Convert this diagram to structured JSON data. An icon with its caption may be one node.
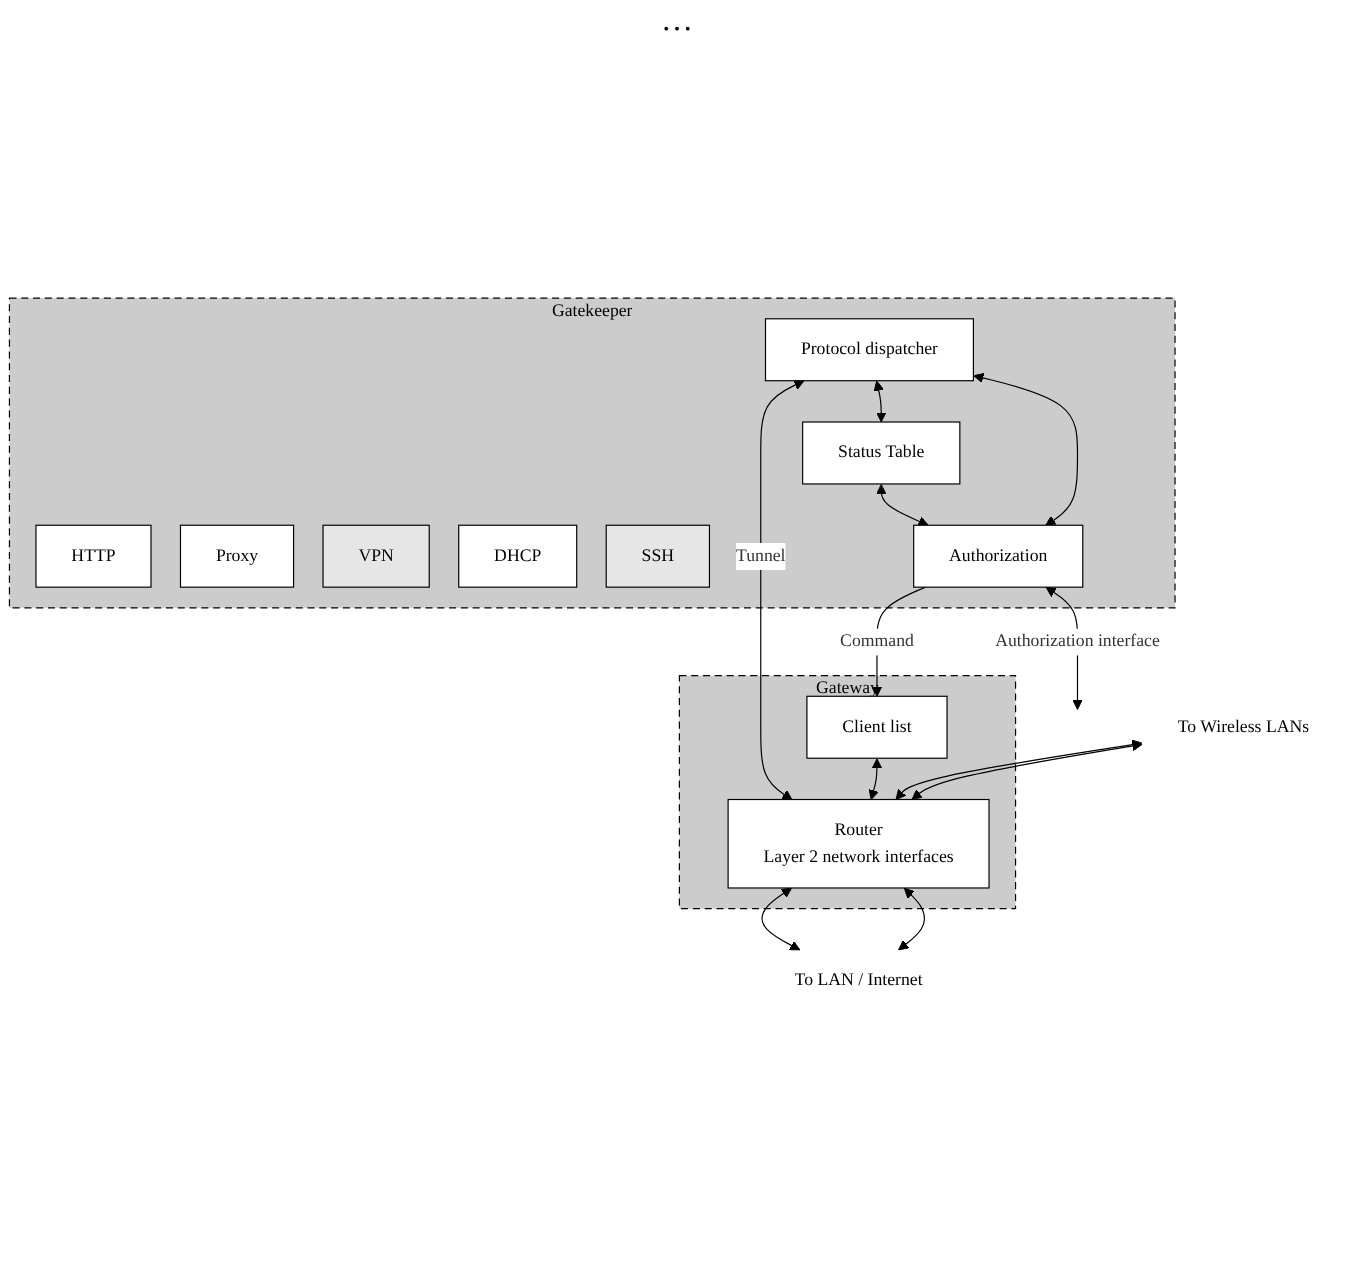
{
  "diagram": {
    "nodes": [
      {
        "text": [
          "Gatekeeper"
        ]
      },
      {
        "text": [
          "HTTP"
        ],
        "in": 0
      },
      {
        "text": [
          "Proxy"
        ],
        "in": 0
      },
      {
        "text": [
          "VPN"
        ],
        "in": 0
      },
      {
        "text": [
          "DHCP"
        ],
        "in": 0
      },
      {
        "text": [
          "SSH"
        ],
        "in": 0
      },
      {
        "text": [
          "Status Table"
        ],
        "in": 0
      },
      {
        "text": [
          "Protocol dispatcher"
        ],
        "in": 0
      },
      {
        "text": [
          "Authorization"
        ],
        "in": 0
      },
      {
        "text": [
          "Gateway"
        ]
      },
      {
        "text": [
          "Client list"
        ],
        "in": 9
      },
      {
        "text": [
          "Router",
          "Layer 2 network interfaces"
        ],
        "in": 9
      },
      {
        "text": [
          "To Wireless LANs"
        ]
      },
      {
        "text": [
          "To LAN / Internet"
        ]
      }
    ],
    "edges": [
      {
        "from": 7,
        "to": 6,
        "arrow": "both"
      },
      {
        "from": 6,
        "to": 8,
        "arrow": "both"
      },
      {
        "from": 7,
        "to": 8,
        "arrow": "both"
      },
      {
        "from": 7,
        "to": 11,
        "arrow": "both",
        "label": "Tunnel"
      },
      {
        "from": 8,
        "to": 10,
        "arrow": "to",
        "label": "Command"
      },
      {
        "from": 10,
        "to": 11,
        "arrow": "both"
      },
      {
        "from": 8,
        "to": null,
        "arrow": "both",
        "label": "Authorization interface"
      },
      {
        "from": 12,
        "to": 11,
        "arrow": "both"
      },
      {
        "from": 12,
        "to": 11,
        "arrow": "both"
      },
      {
        "from": 11,
        "to": 13,
        "arrow": "both"
      },
      {
        "from": 11,
        "to": 13,
        "arrow": "both"
      }
    ],
    "labels": [
      "…"
    ]
  }
}
